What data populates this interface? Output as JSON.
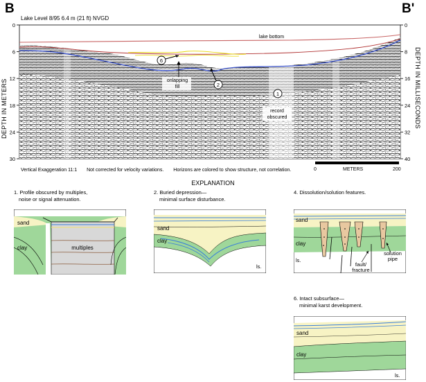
{
  "header": {
    "left_letter": "B",
    "right_letter": "B'",
    "lake_level": "Lake Level 8/95  6.4 m (21 ft) NVGD"
  },
  "profile": {
    "left_axis_title": "DEPTH IN METERS",
    "right_axis_title": "DEPTH IN MILLISECONDS",
    "left_ticks": [
      "0",
      "6",
      "12",
      "18",
      "24",
      "30"
    ],
    "right_ticks": [
      "0",
      "8",
      "16",
      "24",
      "32",
      "40"
    ],
    "labels": {
      "lake_bottom": "lake bottom",
      "onlapping_fill_1": "onlapping",
      "onlapping_fill_2": "fill",
      "record_obscured_1": "record",
      "record_obscured_2": "obscured",
      "marker_6": "6",
      "marker_2": "2",
      "marker_1": "1"
    },
    "notes": {
      "vertical_exaggeration": "Vertical Exaggeration 11:1",
      "velocity": "Not corrected for velocity variations.",
      "horizons": "Horizons are colored to show structure, not correlation."
    },
    "scale": {
      "start": "0",
      "unit": "METERS",
      "end": "200"
    }
  },
  "explanation": {
    "title": "EXPLANATION",
    "panels": [
      {
        "caption_1": "1. Profile obscured by multiples,",
        "caption_2": "noise or signal attenuation.",
        "labels": {
          "sand": "sand",
          "clay": "clay",
          "multiples": "multiples"
        }
      },
      {
        "caption_1": "2. Buried depression—",
        "caption_2": "minimal surface disturbance.",
        "labels": {
          "sand": "sand",
          "clay": "clay",
          "ls": "ls."
        }
      },
      {
        "caption_1": "4. Dissolution/solution features.",
        "labels": {
          "sand": "sand",
          "clay": "clay",
          "ls": "ls.",
          "fault_1": "fault/",
          "fault_2": "fracture",
          "pipe_1": "solution",
          "pipe_2": "pipe"
        }
      },
      {
        "caption_1": "6. Intact subsurface—",
        "caption_2": "minimal karst development.",
        "labels": {
          "sand": "sand",
          "clay": "clay",
          "ls": "ls."
        }
      }
    ]
  },
  "colors": {
    "sand": "#f7f3c4",
    "clay": "#9fd79a",
    "water_horizon": "#3b7fd9",
    "blue_horizon": "#3850c8",
    "yellow_horizon": "#e8d800",
    "lake_bottom": "#c86464",
    "multiples_fill": "#d8d8d8",
    "pipe": "#e8c8a0"
  }
}
